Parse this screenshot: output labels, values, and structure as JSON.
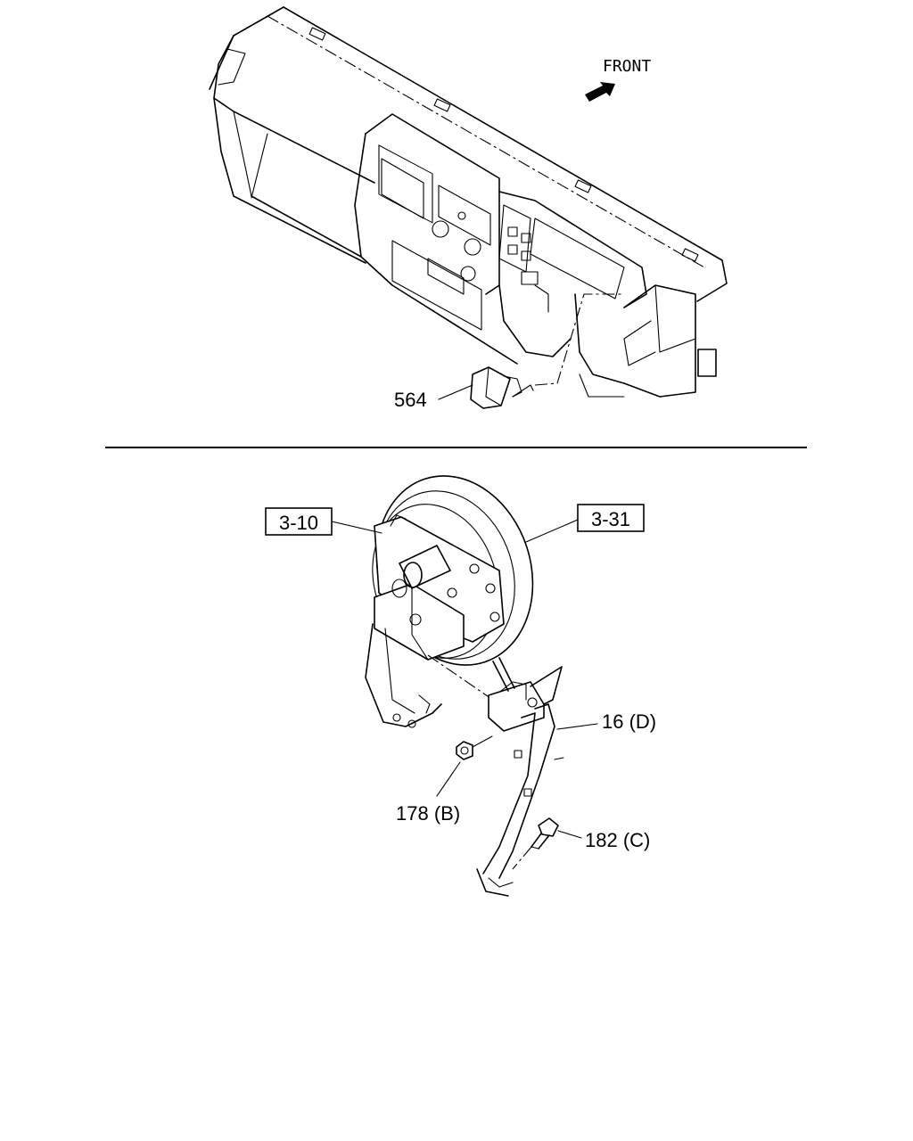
{
  "upper_view": {
    "direction_label": "FRONT",
    "callouts": [
      {
        "id": "564",
        "text": "564"
      }
    ]
  },
  "lower_view": {
    "ref_boxes": [
      {
        "id": "3-10",
        "text": "3-10"
      },
      {
        "id": "3-31",
        "text": "3-31"
      }
    ],
    "callouts": [
      {
        "id": "16D",
        "text": "16 (D)"
      },
      {
        "id": "178B",
        "text": "178 (B)"
      },
      {
        "id": "182C",
        "text": "182 (C)"
      }
    ]
  },
  "colors": {
    "ink": "#000000",
    "paper": "#ffffff"
  }
}
